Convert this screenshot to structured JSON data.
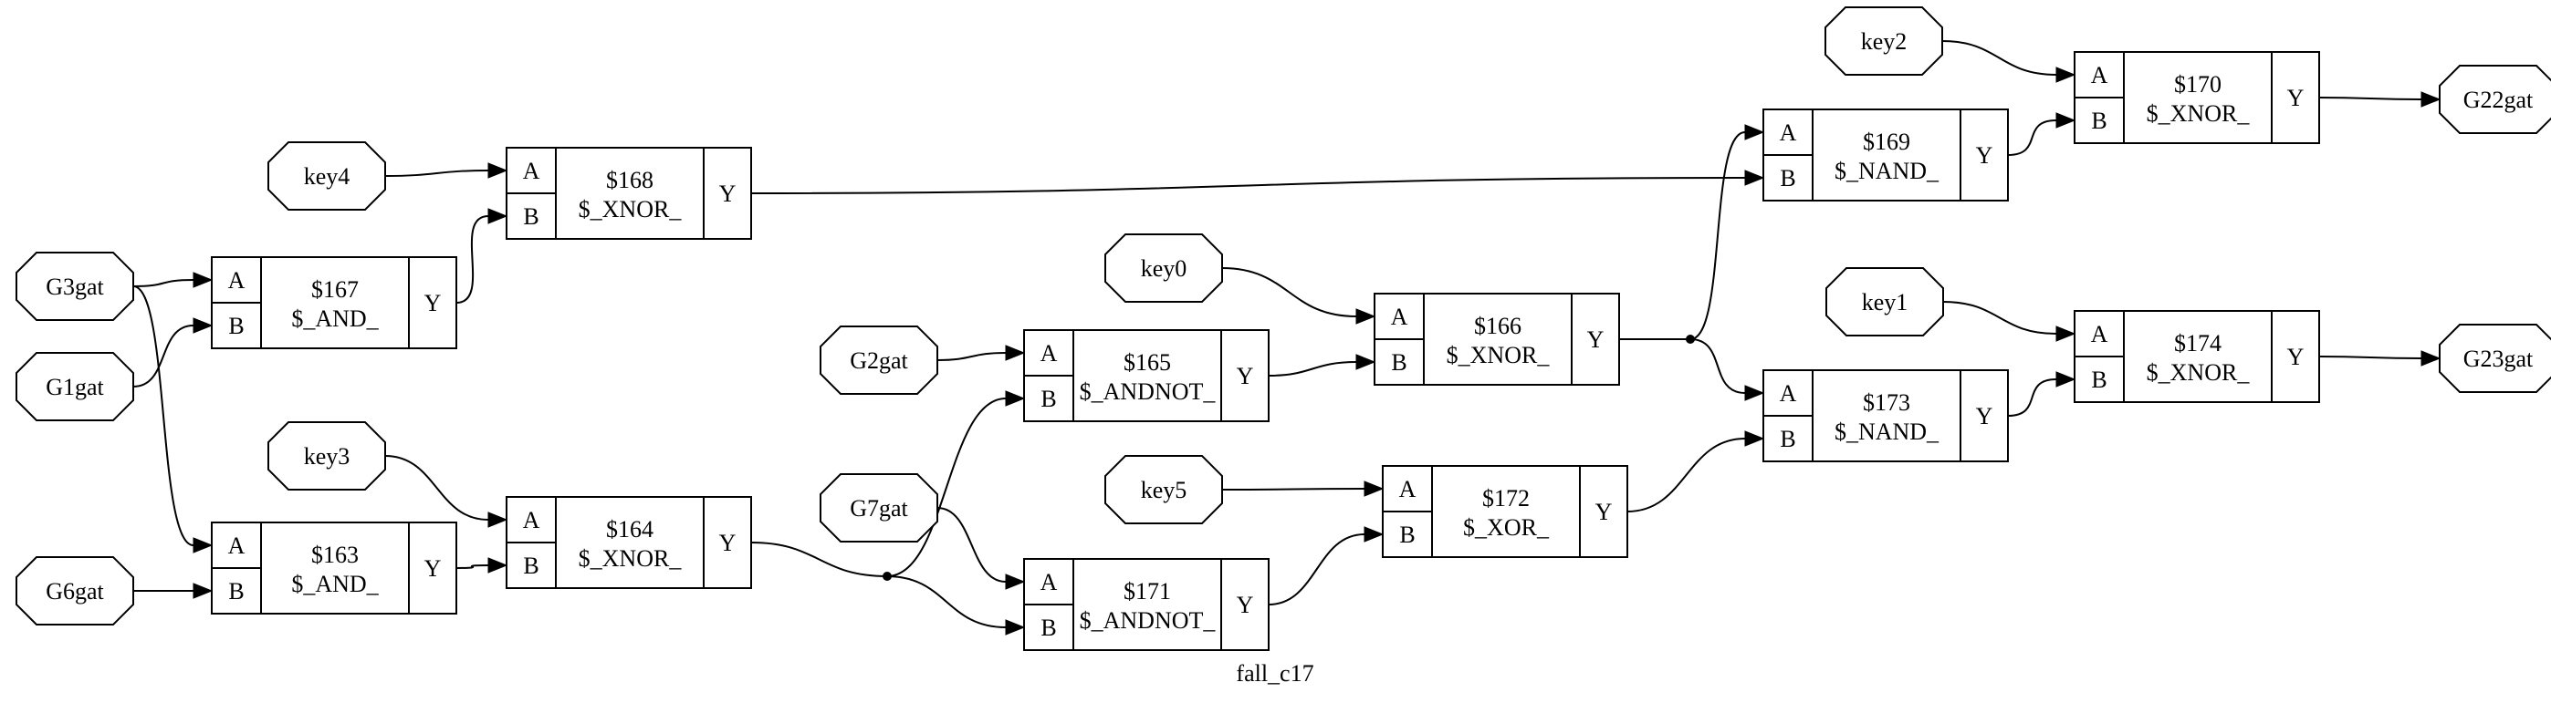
{
  "diagram": {
    "title": "fall_c17",
    "ports": [
      {
        "id": "key2",
        "label": "key2"
      },
      {
        "id": "key4",
        "label": "key4"
      },
      {
        "id": "G3gat",
        "label": "G3gat"
      },
      {
        "id": "G1gat",
        "label": "G1gat"
      },
      {
        "id": "key0",
        "label": "key0"
      },
      {
        "id": "G2gat",
        "label": "G2gat"
      },
      {
        "id": "key1",
        "label": "key1"
      },
      {
        "id": "key3",
        "label": "key3"
      },
      {
        "id": "G7gat",
        "label": "G7gat"
      },
      {
        "id": "key5",
        "label": "key5"
      },
      {
        "id": "G6gat",
        "label": "G6gat"
      },
      {
        "id": "G22gat",
        "label": "G22gat"
      },
      {
        "id": "G23gat",
        "label": "G23gat"
      }
    ],
    "cells": [
      {
        "id": "c168",
        "name": "$168",
        "type": "$_XNOR_",
        "in_a": "A",
        "in_b": "B",
        "out": "Y"
      },
      {
        "id": "c167",
        "name": "$167",
        "type": "$_AND_",
        "in_a": "A",
        "in_b": "B",
        "out": "Y"
      },
      {
        "id": "c163",
        "name": "$163",
        "type": "$_AND_",
        "in_a": "A",
        "in_b": "B",
        "out": "Y"
      },
      {
        "id": "c164",
        "name": "$164",
        "type": "$_XNOR_",
        "in_a": "A",
        "in_b": "B",
        "out": "Y"
      },
      {
        "id": "c165",
        "name": "$165",
        "type": "$_ANDNOT_",
        "in_a": "A",
        "in_b": "B",
        "out": "Y"
      },
      {
        "id": "c171",
        "name": "$171",
        "type": "$_ANDNOT_",
        "in_a": "A",
        "in_b": "B",
        "out": "Y"
      },
      {
        "id": "c166",
        "name": "$166",
        "type": "$_XNOR_",
        "in_a": "A",
        "in_b": "B",
        "out": "Y"
      },
      {
        "id": "c172",
        "name": "$172",
        "type": "$_XOR_",
        "in_a": "A",
        "in_b": "B",
        "out": "Y"
      },
      {
        "id": "c169",
        "name": "$169",
        "type": "$_NAND_",
        "in_a": "A",
        "in_b": "B",
        "out": "Y"
      },
      {
        "id": "c173",
        "name": "$173",
        "type": "$_NAND_",
        "in_a": "A",
        "in_b": "B",
        "out": "Y"
      },
      {
        "id": "c170",
        "name": "$170",
        "type": "$_XNOR_",
        "in_a": "A",
        "in_b": "B",
        "out": "Y"
      },
      {
        "id": "c174",
        "name": "$174",
        "type": "$_XNOR_",
        "in_a": "A",
        "in_b": "B",
        "out": "Y"
      }
    ],
    "wires": [
      {
        "from": "key4",
        "to": "c168.A"
      },
      {
        "from": "c167.Y",
        "to": "c168.B"
      },
      {
        "from": "G3gat",
        "to": "c167.A"
      },
      {
        "from": "G1gat",
        "to": "c167.B"
      },
      {
        "from": "G3gat",
        "to": "c163.A"
      },
      {
        "from": "G6gat",
        "to": "c163.B"
      },
      {
        "from": "key3",
        "to": "c164.A"
      },
      {
        "from": "c163.Y",
        "to": "c164.B"
      },
      {
        "from": "G2gat",
        "to": "c165.A"
      },
      {
        "from": "c164.Y",
        "to": "c165.B"
      },
      {
        "from": "G7gat",
        "to": "c171.A"
      },
      {
        "from": "c164.Y",
        "to": "c171.B"
      },
      {
        "from": "key0",
        "to": "c166.A"
      },
      {
        "from": "c165.Y",
        "to": "c166.B"
      },
      {
        "from": "key5",
        "to": "c172.A"
      },
      {
        "from": "c171.Y",
        "to": "c172.B"
      },
      {
        "from": "c166.Y",
        "to": "c169.A"
      },
      {
        "from": "c168.Y",
        "to": "c169.B"
      },
      {
        "from": "c166.Y",
        "to": "c173.A"
      },
      {
        "from": "c172.Y",
        "to": "c173.B"
      },
      {
        "from": "key2",
        "to": "c170.A"
      },
      {
        "from": "c169.Y",
        "to": "c170.B"
      },
      {
        "from": "key1",
        "to": "c174.A"
      },
      {
        "from": "c173.Y",
        "to": "c174.B"
      },
      {
        "from": "c170.Y",
        "to": "G22gat"
      },
      {
        "from": "c174.Y",
        "to": "G23gat"
      }
    ]
  }
}
